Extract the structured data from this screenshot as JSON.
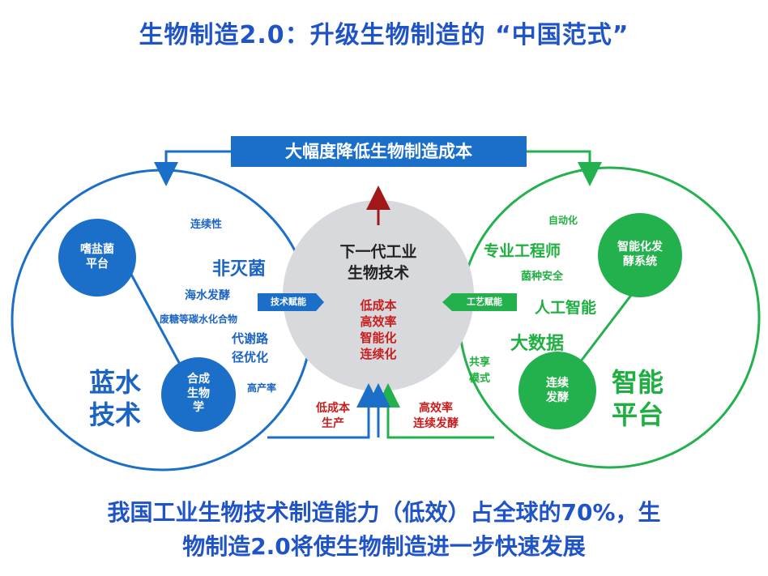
{
  "title": "生物制造2.0：升级生物制造的  “中国范式”",
  "banner": "大幅度降低生物制造成本",
  "center": {
    "title_line1": "下一代工业",
    "title_line2": "生物技术",
    "benefits": [
      "低成本",
      "高效率",
      "智能化",
      "连续化"
    ]
  },
  "left": {
    "circle_top": [
      "嗜盐菌",
      "平台"
    ],
    "circle_bottom": [
      "合成",
      "生物",
      "学"
    ],
    "big_label": [
      "蓝水",
      "技术"
    ],
    "labels": {
      "l1": "连续性",
      "l2": "非灭菌",
      "l3": "海水发酵",
      "l4": "废糖等碳水化合物",
      "l5": "代谢路",
      "l6": "径优化",
      "l7": "高产率"
    },
    "tag": "技术赋能",
    "bottom_red": [
      "低成本",
      "生产"
    ]
  },
  "right": {
    "circle_top": [
      "智能化发",
      "酵系统"
    ],
    "circle_bottom": [
      "连续",
      "发酵"
    ],
    "big_label": [
      "智能",
      "平台"
    ],
    "labels": {
      "r1": "自动化",
      "r2": "专业工程师",
      "r3": "菌种安全",
      "r4": "人工智能",
      "r5": "大数据",
      "r6": "共享",
      "r7": "模式"
    },
    "tag": "工艺赋能",
    "bottom_red": [
      "高效率",
      "连续发酵"
    ]
  },
  "bottom_text": {
    "line1": "我国工业生物技术制造能力（低效）占全球的70%，生",
    "line2": "物制造2.0将使生物制造进一步快速发展"
  },
  "colors": {
    "blue": "#1b6fc8",
    "green": "#22b14c",
    "red": "#c81e1e",
    "center_gray": "#d8d9dc"
  }
}
